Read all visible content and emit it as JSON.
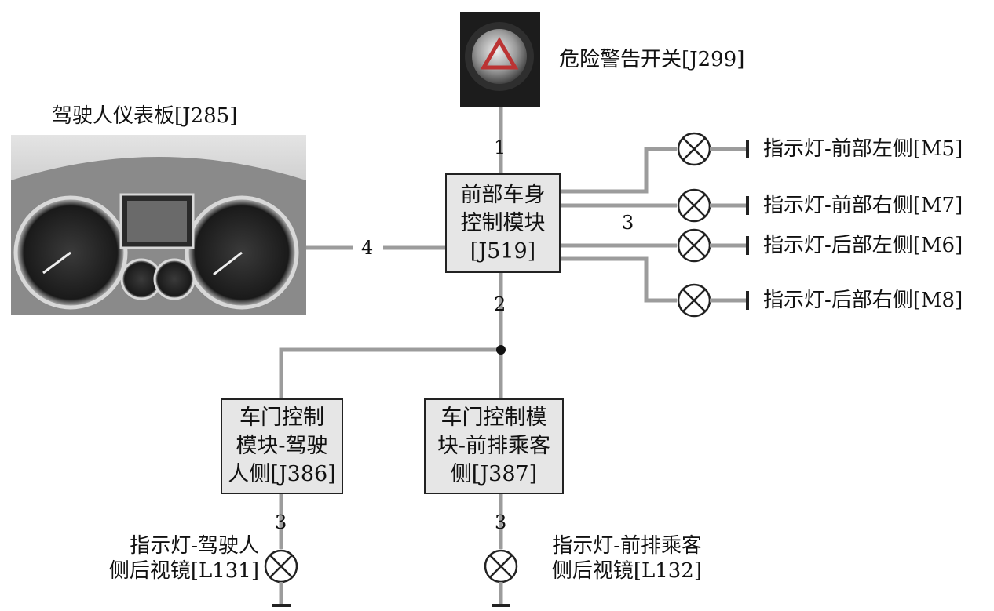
{
  "switch": {
    "label": "危险警告开关[J299]"
  },
  "dashboard": {
    "label": "驾驶人仪表板[J285]"
  },
  "bcm": {
    "label": "前部车身\n控制模块\n[J519]"
  },
  "door_driver": {
    "label": "车门控制\n模块-驾驶\n人侧[J386]"
  },
  "door_passenger": {
    "label": "车门控制模\n块-前排乘客\n侧[J387]"
  },
  "lamps": {
    "m5": "指示灯-前部左侧[M5]",
    "m7": "指示灯-前部右侧[M7]",
    "m6": "指示灯-后部左侧[M6]",
    "m8": "指示灯-后部右侧[M8]",
    "l131": "指示灯-驾驶人\n侧后视镜[L131]",
    "l132": "指示灯-前排乘客\n侧后视镜[L132]"
  },
  "wire_numbers": {
    "switch_bcm": "1",
    "bcm_bus": "2",
    "bcm_lamps": "3",
    "dash_bcm": "4",
    "driver_lamp": "3",
    "passenger_lamp": "3"
  }
}
